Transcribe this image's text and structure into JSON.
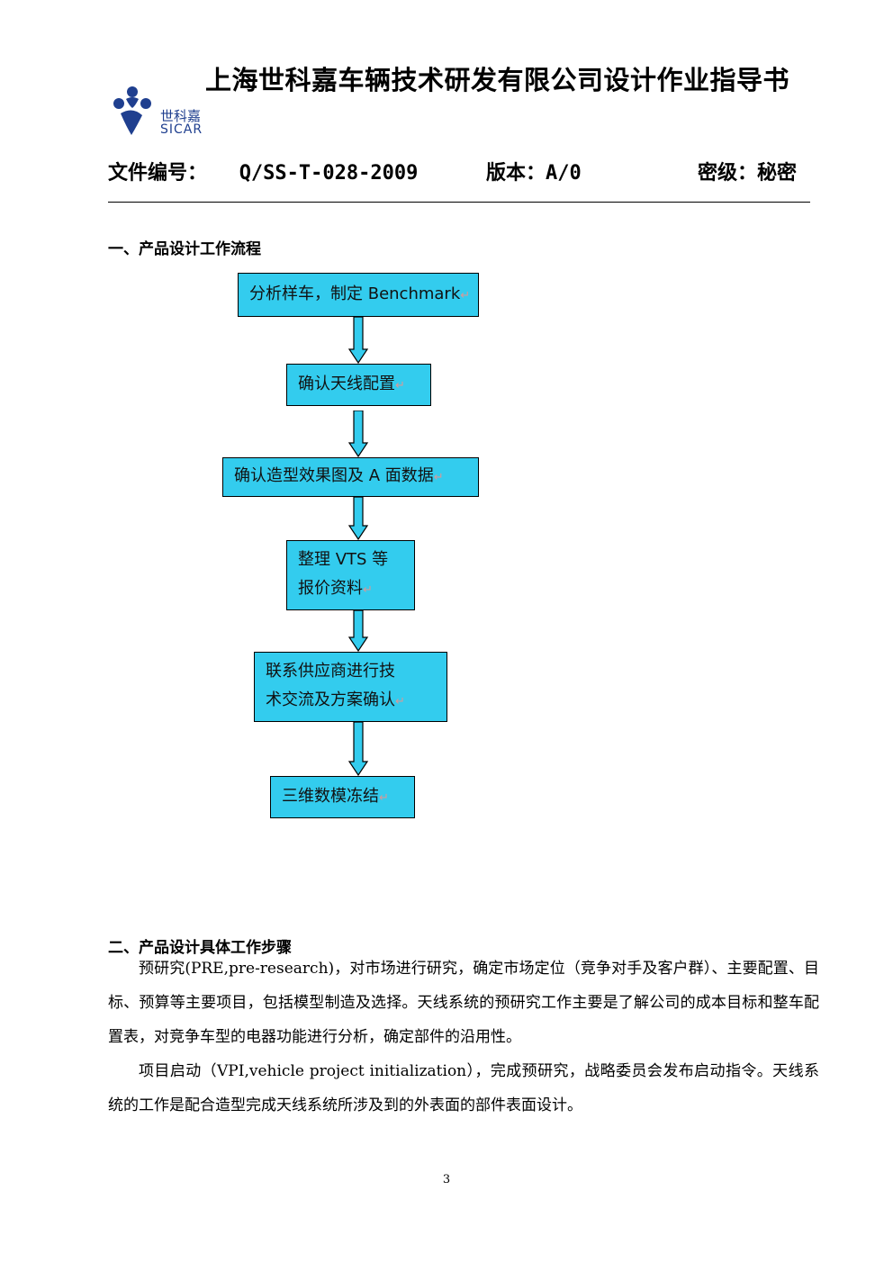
{
  "header": {
    "title": "上海世科嘉车辆技术研发有限公司设计作业指导书",
    "logo_cn": "世科嘉",
    "logo_en": "SICAR",
    "logo_color": "#1f3f8f"
  },
  "meta": {
    "doc_no_label": "文件编号：",
    "doc_no_value": "Q/SS-T-028-2009",
    "version_label": "版本：",
    "version_value": "A/0",
    "secret_label": "密级：",
    "secret_value": "秘密"
  },
  "section1": {
    "heading": "一、产品设计工作流程",
    "box_color": "#33ccee",
    "return_mark": "↵",
    "flow": [
      {
        "lines": [
          "分析样车，制定 Benchmark"
        ]
      },
      {
        "lines": [
          "确认天线配置"
        ]
      },
      {
        "lines": [
          "确认造型效果图及 A 面数据"
        ]
      },
      {
        "lines": [
          "整理 VTS 等",
          "报价资料"
        ]
      },
      {
        "lines": [
          "联系供应商进行技",
          "术交流及方案确认"
        ]
      },
      {
        "lines": [
          "三维数模冻结"
        ]
      }
    ]
  },
  "section2": {
    "heading": "二、产品设计具体工作步骤",
    "para1": "预研究(PRE,pre-research)，对市场进行研究，确定市场定位（竞争对手及客户群）、主要配置、目标、预算等主要项目，包括模型制造及选择。天线系统的预研究工作主要是了解公司的成本目标和整车配置表，对竞争车型的电器功能进行分析，确定部件的沿用性。",
    "para2": "项目启动（VPI,vehicle project initialization），完成预研究，战略委员会发布启动指令。天线系统的工作是配合造型完成天线系统所涉及到的外表面的部件表面设计。"
  },
  "footer": {
    "page_number": "3"
  }
}
